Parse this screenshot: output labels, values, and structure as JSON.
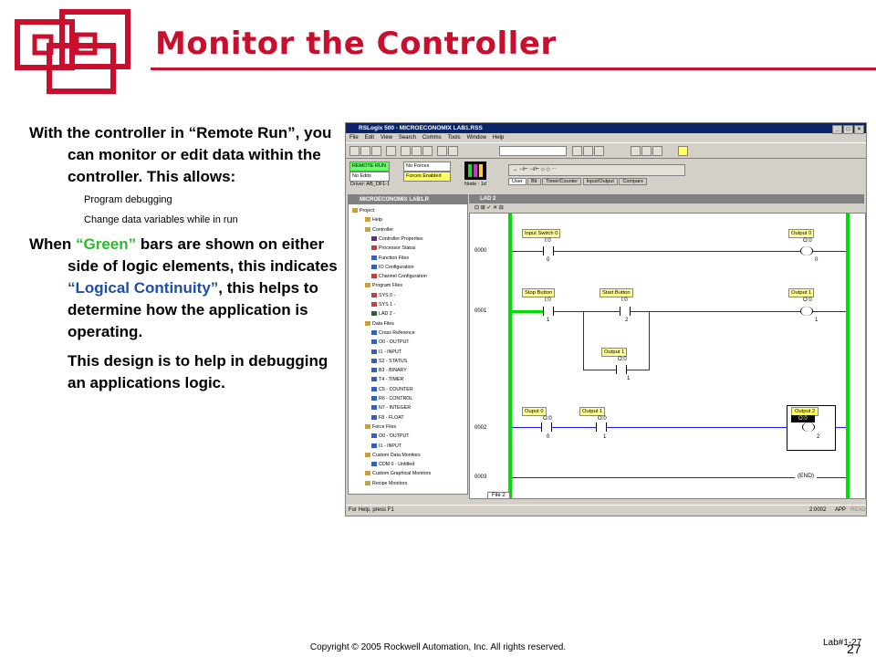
{
  "slide": {
    "title": "Monitor the Controller",
    "para1": "With the controller in “Remote Run”, you can monitor or edit data within the controller. This allows:",
    "sub1": "Program debugging",
    "sub2": "Change data variables while in run",
    "para2_a": "When ",
    "para2_green": "“Green”",
    "para2_b": " bars are shown on either side of logic elements, this indicates ",
    "para2_blue": "“Logical Continuity”",
    "para2_c": ", this helps to determine how the application is operating.",
    "para3": "This design is to help in debugging an applications logic.",
    "copyright": "Copyright © 2005 Rockwell Automation, Inc. All rights reserved.",
    "lab_number": "Lab#1-27",
    "page_number": "27"
  },
  "app": {
    "title": "RSLogix 500 - MICROECONOMIX LAB1.RSS",
    "menu": [
      "File",
      "Edit",
      "View",
      "Search",
      "Comms",
      "Tools",
      "Window",
      "Help"
    ],
    "mode": "REMOTE RUN",
    "forces": "No Forces",
    "edits": "No Edits",
    "forces_enabled": "Forces Enabled",
    "driver": "Driver: AB_DF1-1",
    "node": "Node : 1d",
    "instr_tabs": [
      "User",
      "Bit",
      "Timer/Counter",
      "Input/Output",
      "Compare"
    ],
    "project_window_title": "MICROECONOMIX LAB1.R",
    "ladder_window_title": "LAD 2",
    "tree": [
      "Project",
      "Help",
      "Controller",
      "Controller Properties",
      "Processor Status",
      "Function Files",
      "IO Configuration",
      "Channel Configuration",
      "Program Files",
      "SYS 0 -",
      "SYS 1 -",
      "LAD 2 -",
      "Data Files",
      "Cross Reference",
      "O0 - OUTPUT",
      "I1 - INPUT",
      "S2 - STATUS",
      "B3 - BINARY",
      "T4 - TIMER",
      "C5 - COUNTER",
      "R6 - CONTROL",
      "N7 - INTEGER",
      "F8 - FLOAT",
      "Force Files",
      "O0 - OUTPUT",
      "I1 - INPUT",
      "Custom Data Monitors",
      "CDM 0 - Untitled",
      "Custom Graphical Monitors",
      "Recipe Monitors"
    ],
    "rungs": [
      "0000",
      "0001",
      "0002",
      "0003"
    ],
    "labels": {
      "input_switch_0": "Input Switch 0",
      "output_0": "Output 0",
      "stop_button": "Stop Button",
      "start_button": "Start Button",
      "output_1": "Output 1",
      "output_1_branch": "Output 1",
      "ouput_0_r2": "Ouput 0",
      "output_1_r2": "Output 1",
      "output_2": "Output 2"
    },
    "addresses": {
      "i0": "I:0",
      "o0": "O:0",
      "i0b": "I:0",
      "i0c": "I:0",
      "o0b": "O:0",
      "o0c": "O:0",
      "o0d": "O:0",
      "o0e": "O:0",
      "o0f": "O:0"
    },
    "bits": {
      "b0": "0",
      "b0o": "0",
      "b1": "1",
      "b2": "2",
      "b1o": "1",
      "b1br": "1",
      "b0r2": "0",
      "b1r2": "1",
      "b2o": "2"
    },
    "end_label": "END",
    "file_tab": "File 2",
    "status_help": "For Help, press F1",
    "status_addr": "2:0002",
    "status_app": "APP",
    "status_read": "READ"
  }
}
